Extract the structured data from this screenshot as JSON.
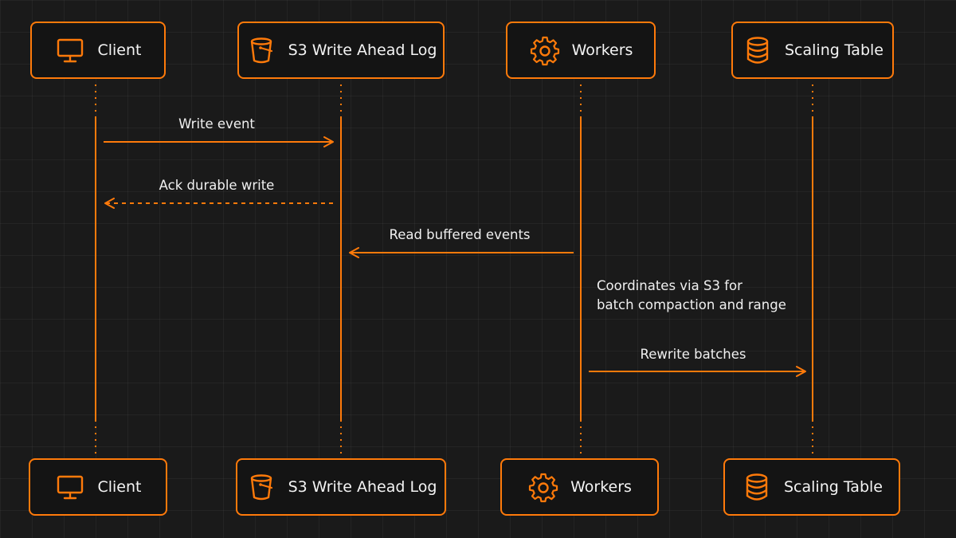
{
  "participants": [
    {
      "id": "client",
      "label": "Client",
      "icon": "monitor-icon"
    },
    {
      "id": "wal",
      "label": "S3 Write Ahead Log",
      "icon": "bucket-icon"
    },
    {
      "id": "workers",
      "label": "Workers",
      "icon": "gear-icon"
    },
    {
      "id": "scaling",
      "label": "Scaling Table",
      "icon": "database-icon"
    }
  ],
  "messages": [
    {
      "from": "client",
      "to": "wal",
      "label": "Write event",
      "style": "solid"
    },
    {
      "from": "wal",
      "to": "client",
      "label": "Ack durable write",
      "style": "dashed"
    },
    {
      "from": "workers",
      "to": "wal",
      "label": "Read buffered events",
      "style": "solid"
    },
    {
      "from": "workers",
      "to": "scaling",
      "label": "Rewrite batches",
      "style": "solid"
    }
  ],
  "note": {
    "over": "workers",
    "line1": "Coordinates via S3 for",
    "line2": "batch compaction and range"
  },
  "colors": {
    "accent": "#ff7a0a",
    "background": "#1a1a1a",
    "text": "#f2f2f2"
  }
}
